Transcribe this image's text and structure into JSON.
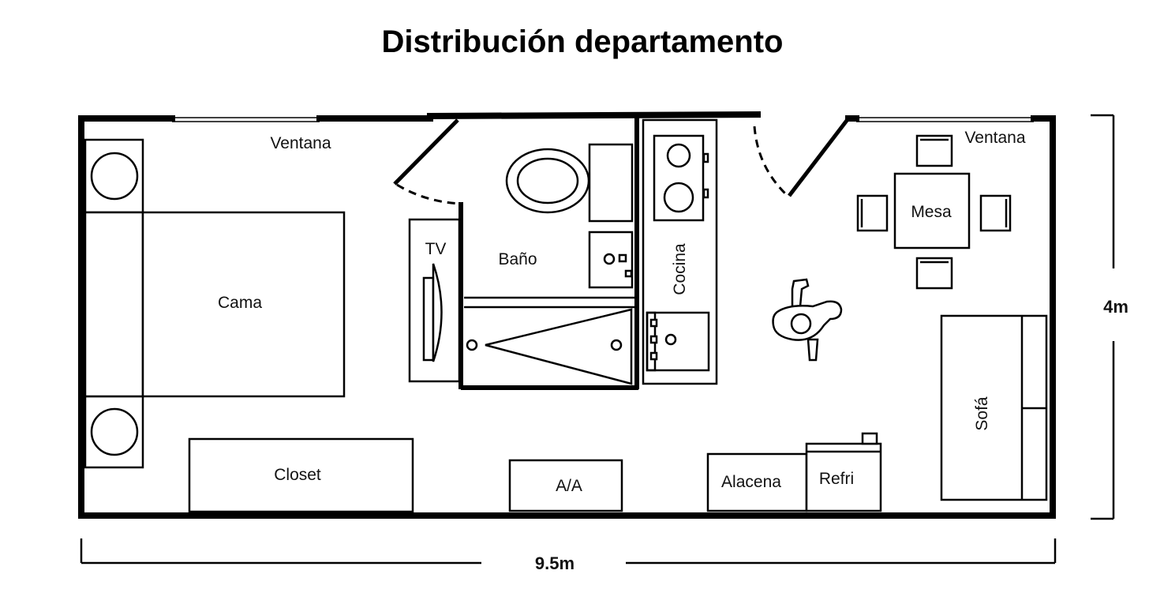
{
  "title": "Distribución departamento",
  "labels": {
    "window_left": "Ventana",
    "window_right": "Ventana",
    "bed": "Cama",
    "tv": "TV",
    "bathroom": "Baño",
    "kitchen": "Cocina",
    "table": "Mesa",
    "sofa": "Sofá",
    "closet": "Closet",
    "ac": "A/A",
    "pantry": "Alacena",
    "fridge": "Refri"
  },
  "dimensions": {
    "width": "9.5m",
    "height": "4m"
  }
}
